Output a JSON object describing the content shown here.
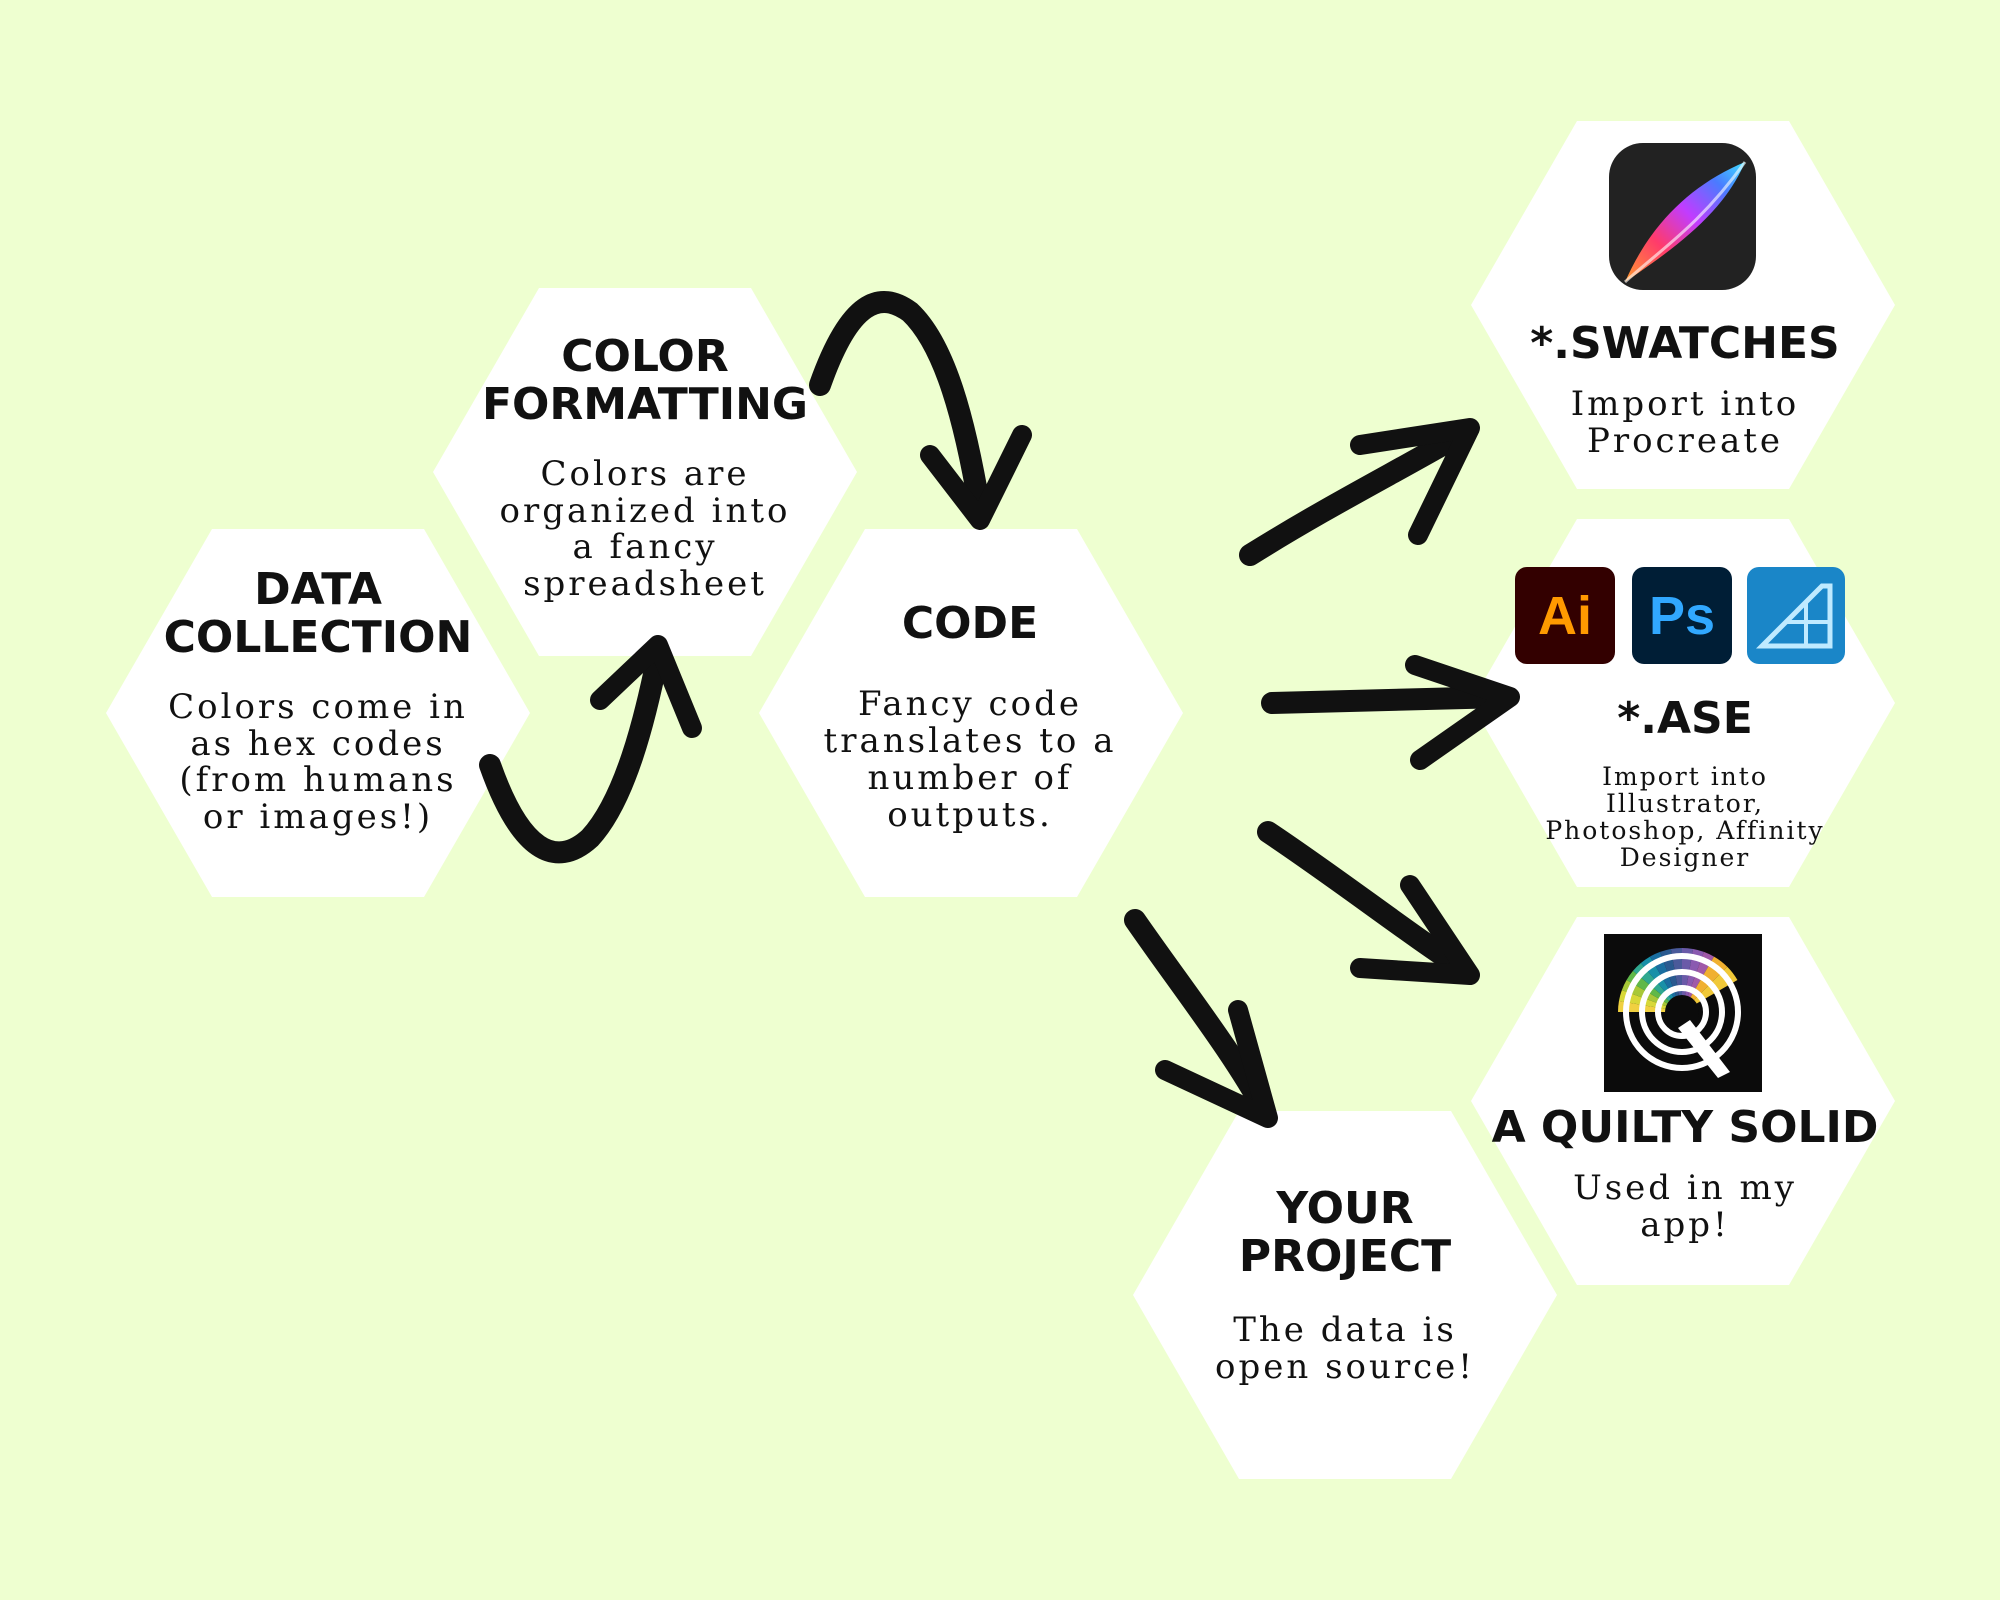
{
  "background_color": "#eeffd0",
  "hexagon_color": "#ffffff",
  "arrow_color": "#111111",
  "nodes": {
    "data_collection": {
      "title": "DATA\nCOLLECTION",
      "description": "Colors come in\nas hex codes\n(from humans\nor images!)"
    },
    "color_formatting": {
      "title": "COLOR\nFORMATTING",
      "description": "Colors are\norganized into\na fancy\nspreadsheet"
    },
    "code": {
      "title": "CODE",
      "description": "Fancy code\ntranslates to a\nnumber of\noutputs."
    },
    "swatches": {
      "title": "*.SWATCHES",
      "description": "Import into\nProcreate",
      "icon": "procreate-icon"
    },
    "ase": {
      "title": "*.ASE",
      "description": "Import into\nIllustrator,\nPhotoshop, Affinity\nDesigner",
      "icons": {
        "illustrator": {
          "name": "illustrator-icon",
          "text": "Ai",
          "bg": "#330000",
          "fg": "#ff9a00"
        },
        "photoshop": {
          "name": "photoshop-icon",
          "text": "Ps",
          "bg": "#001e36",
          "fg": "#31a8ff"
        },
        "affinity": {
          "name": "affinity-designer-icon",
          "bg": "#1a86c8",
          "fg": "#7fd3ff"
        }
      }
    },
    "quilty_solid": {
      "title": "A QUILTY SOLID",
      "description": "Used in my\napp!",
      "icon": "quilty-solid-logo-icon"
    },
    "your_project": {
      "title": "YOUR\nPROJECT",
      "description": "The data is\nopen source!"
    }
  }
}
